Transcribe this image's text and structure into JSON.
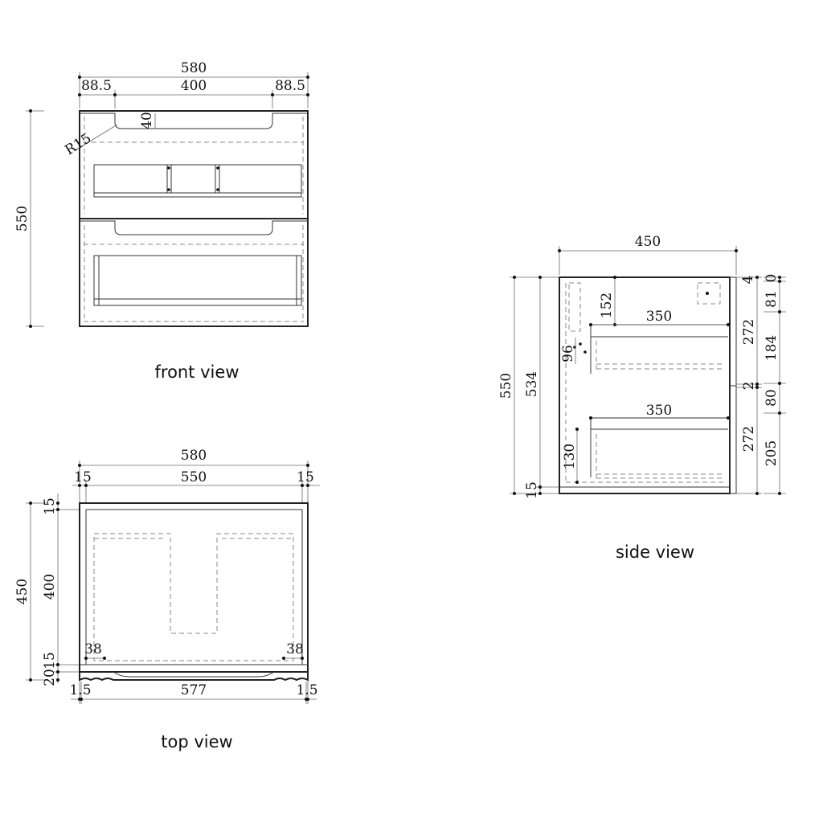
{
  "views": {
    "front": {
      "caption": "front view",
      "dims": {
        "width": "580",
        "left_margin": "88.5",
        "handle_width": "400",
        "right_margin": "88.5",
        "height": "550",
        "handle_depth": "40",
        "radius": "R15"
      }
    },
    "top": {
      "caption": "top view",
      "dims": {
        "width": "580",
        "side_left": "15",
        "inner_width": "550",
        "side_right": "15",
        "depth": "450",
        "back": "15",
        "inner_depth": "400",
        "front_gap": "15",
        "front": "20",
        "left_offset": "38",
        "right_offset": "38",
        "bottom_left": "1.5",
        "bottom_width": "577",
        "bottom_right": "1.5"
      }
    },
    "side": {
      "caption": "side view",
      "dims": {
        "depth": "450",
        "total_height": "550",
        "inner_height": "534",
        "base": "15",
        "top_gap": "152",
        "drawer1_depth": "350",
        "drawer2_depth": "350",
        "small": "96",
        "lower_gap": "130",
        "drawer1_h": "272",
        "drawer2_h": "272",
        "gap_mid": "2",
        "r_top": "4",
        "r_a": "81",
        "r_b": "0",
        "r_c": "184",
        "r_d": "80",
        "r_e": "205"
      }
    }
  }
}
